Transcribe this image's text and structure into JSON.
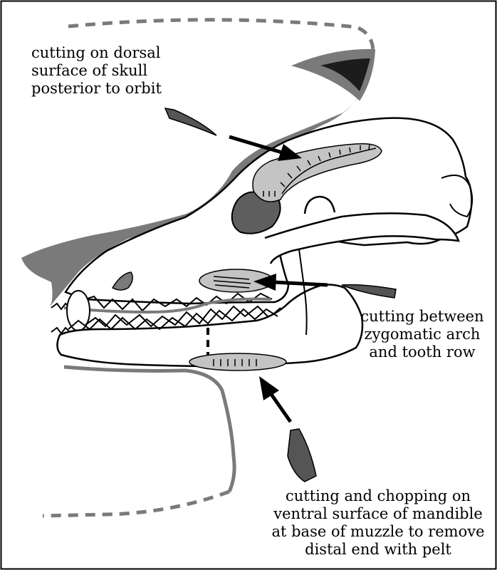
{
  "labels": {
    "dorsal": "cutting on dorsal\nsurface of skull\nposterior to orbit",
    "zygomatic": "cutting between\nzygomatic arch\nand tooth row",
    "ventral": "cutting and chopping on\nventral surface of mandible\nat base of muzzle to remove\ndistal end with pelt"
  },
  "colors": {
    "outline": "#000000",
    "pelt": "#7a7a7a",
    "cut_zone": "#c4c4c4",
    "blade": "#555555",
    "orbit": "#5e5e5e"
  }
}
